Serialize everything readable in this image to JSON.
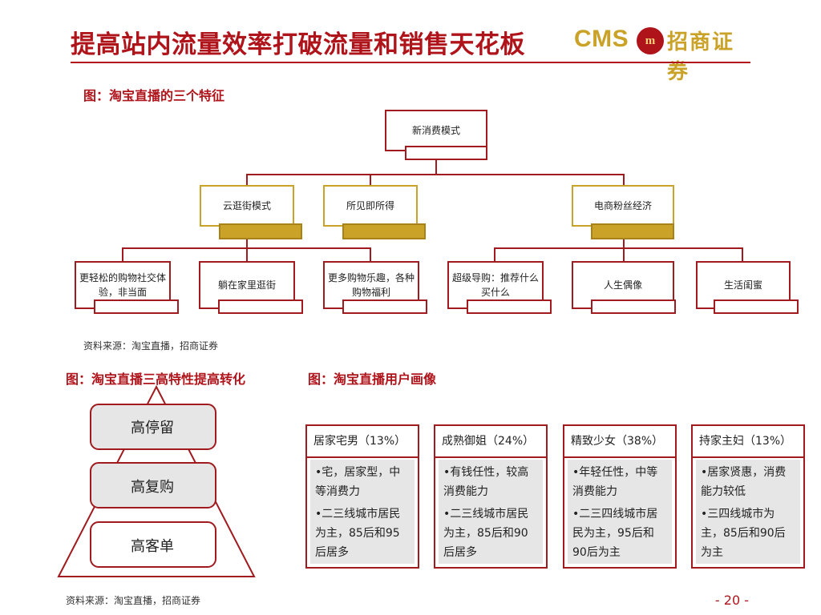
{
  "header": {
    "title": "提高站内流量效率打破流量和销售天花板",
    "logo_cms": "CMS",
    "logo_badge": "m",
    "logo_name": "招商证券"
  },
  "figure1": {
    "caption": "图：淘宝直播的三个特征",
    "root": "新消费模式",
    "level1": [
      "云逛街模式",
      "所见即所得",
      "电商粉丝经济"
    ],
    "level2": [
      "更轻松的购物社交体验，非当面",
      "躺在家里逛街",
      "更多购物乐趣，各种购物福利",
      "超级导购：推荐什么买什么",
      "人生偶像",
      "生活闺蜜"
    ],
    "source": "资料来源：淘宝直播，招商证券"
  },
  "figure2": {
    "caption": "图：淘宝直播三高特性提高转化",
    "levels": [
      "高停留",
      "高复购",
      "高客单"
    ],
    "source": "资料来源：淘宝直播，招商证券"
  },
  "figure3": {
    "caption": "图：淘宝直播用户画像",
    "cards": [
      {
        "title": "居家宅男（13%）",
        "bullet1": "•宅，居家型，中等消费力",
        "bullet2": "•二三线城市居民为主，85后和95后居多"
      },
      {
        "title": "成熟御姐（24%）",
        "bullet1": "•有钱任性，较高消费能力",
        "bullet2": "•二三线城市居民为主，85后和90后居多"
      },
      {
        "title": "精致少女（38%）",
        "bullet1": "•年轻任性，中等消费能力",
        "bullet2": "•二三四线城市居民为主，95后和90后为主"
      },
      {
        "title": "持家主妇（13%）",
        "bullet1": "•居家贤惠，消费能力较低",
        "bullet2": "•三四线城市为主，85后和90后为主"
      }
    ]
  },
  "page_number": "- 20 -",
  "colors": {
    "brand_red": "#b0141b",
    "gold": "#c9a227",
    "panel_gray": "#e6e6e6"
  }
}
